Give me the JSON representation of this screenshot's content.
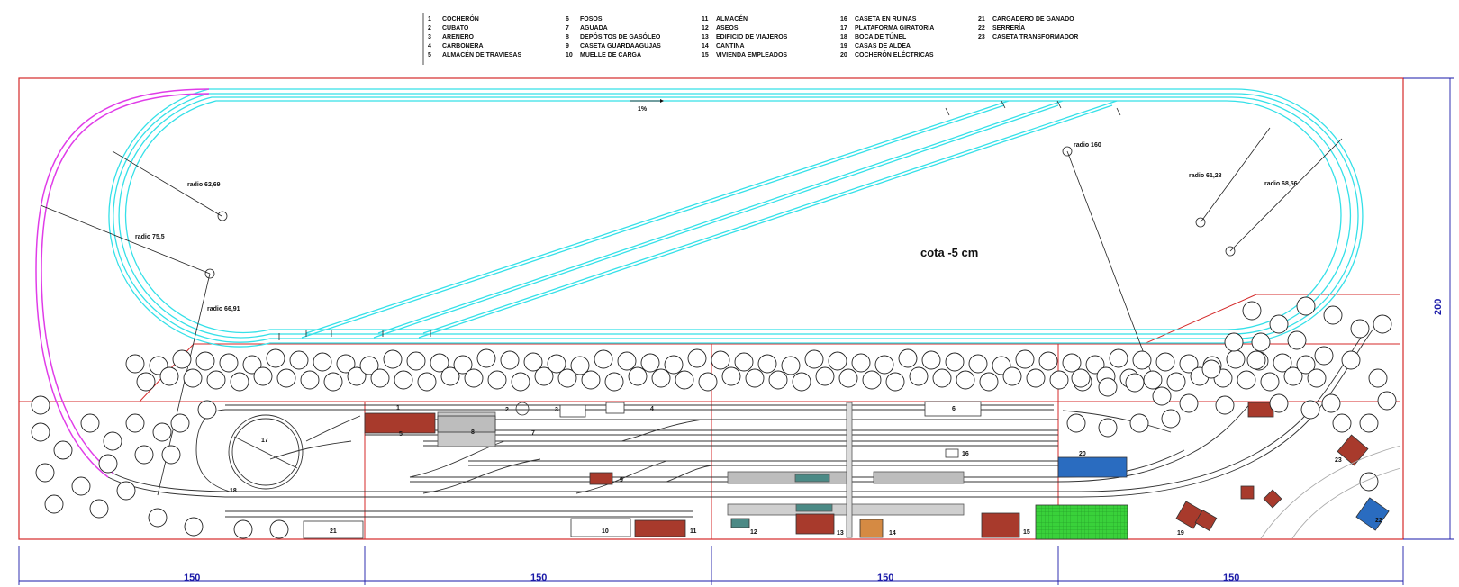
{
  "legend": [
    {
      "n": "1",
      "t": "COCHERÓN"
    },
    {
      "n": "2",
      "t": "CUBATO"
    },
    {
      "n": "3",
      "t": "ARENERO"
    },
    {
      "n": "4",
      "t": "CARBONERA"
    },
    {
      "n": "5",
      "t": "ALMACÉN DE TRAVIESAS"
    },
    {
      "n": "6",
      "t": "FOSOS"
    },
    {
      "n": "7",
      "t": "AGUADA"
    },
    {
      "n": "8",
      "t": "DEPÓSITOS DE GASÓLEO"
    },
    {
      "n": "9",
      "t": "CASETA GUARDAAGUJAS"
    },
    {
      "n": "10",
      "t": "MUELLE DE CARGA"
    },
    {
      "n": "11",
      "t": "ALMACÉN"
    },
    {
      "n": "12",
      "t": "ASEOS"
    },
    {
      "n": "13",
      "t": "EDIFICIO DE VIAJEROS"
    },
    {
      "n": "14",
      "t": "CANTINA"
    },
    {
      "n": "15",
      "t": "VIVIENDA EMPLEADOS"
    },
    {
      "n": "16",
      "t": "CASETA EN RUINAS"
    },
    {
      "n": "17",
      "t": "PLATAFORMA GIRATORIA"
    },
    {
      "n": "18",
      "t": "BOCA DE TÚNEL"
    },
    {
      "n": "19",
      "t": "CASAS DE ALDEA"
    },
    {
      "n": "20",
      "t": "COCHERÓN ELÉCTRICAS"
    },
    {
      "n": "21",
      "t": "CARGADERO DE GANADO"
    },
    {
      "n": "22",
      "t": "SERRERÍA"
    },
    {
      "n": "23",
      "t": "CASETA TRANSFORMADOR"
    }
  ],
  "gradient_label": "1%",
  "level_label": "cota -5 cm",
  "radius_labels": [
    "radio 62,69",
    "radio 75,5",
    "radio 66,91",
    "radio 160",
    "radio 61,28",
    "radio 68,56"
  ],
  "building_numbers": [
    "1",
    "2",
    "3",
    "4",
    "5",
    "6",
    "7",
    "8",
    "9",
    "10",
    "11",
    "12",
    "13",
    "14",
    "15",
    "16",
    "17",
    "18",
    "19",
    "20",
    "21",
    "22",
    "23"
  ],
  "dimensions": {
    "widths": [
      "150",
      "150",
      "150",
      "150"
    ],
    "height": "200"
  },
  "colors": {
    "upper_track": "#35e0e8",
    "transition_track": "#e03ce8",
    "frame": "#d42a2a",
    "dimension": "#1a1aa8",
    "building_red": "#a83a2c",
    "building_blue": "#2a6cc0",
    "grass": "#39d13a",
    "orange": "#d58a43",
    "teal": "#4b8a86"
  }
}
